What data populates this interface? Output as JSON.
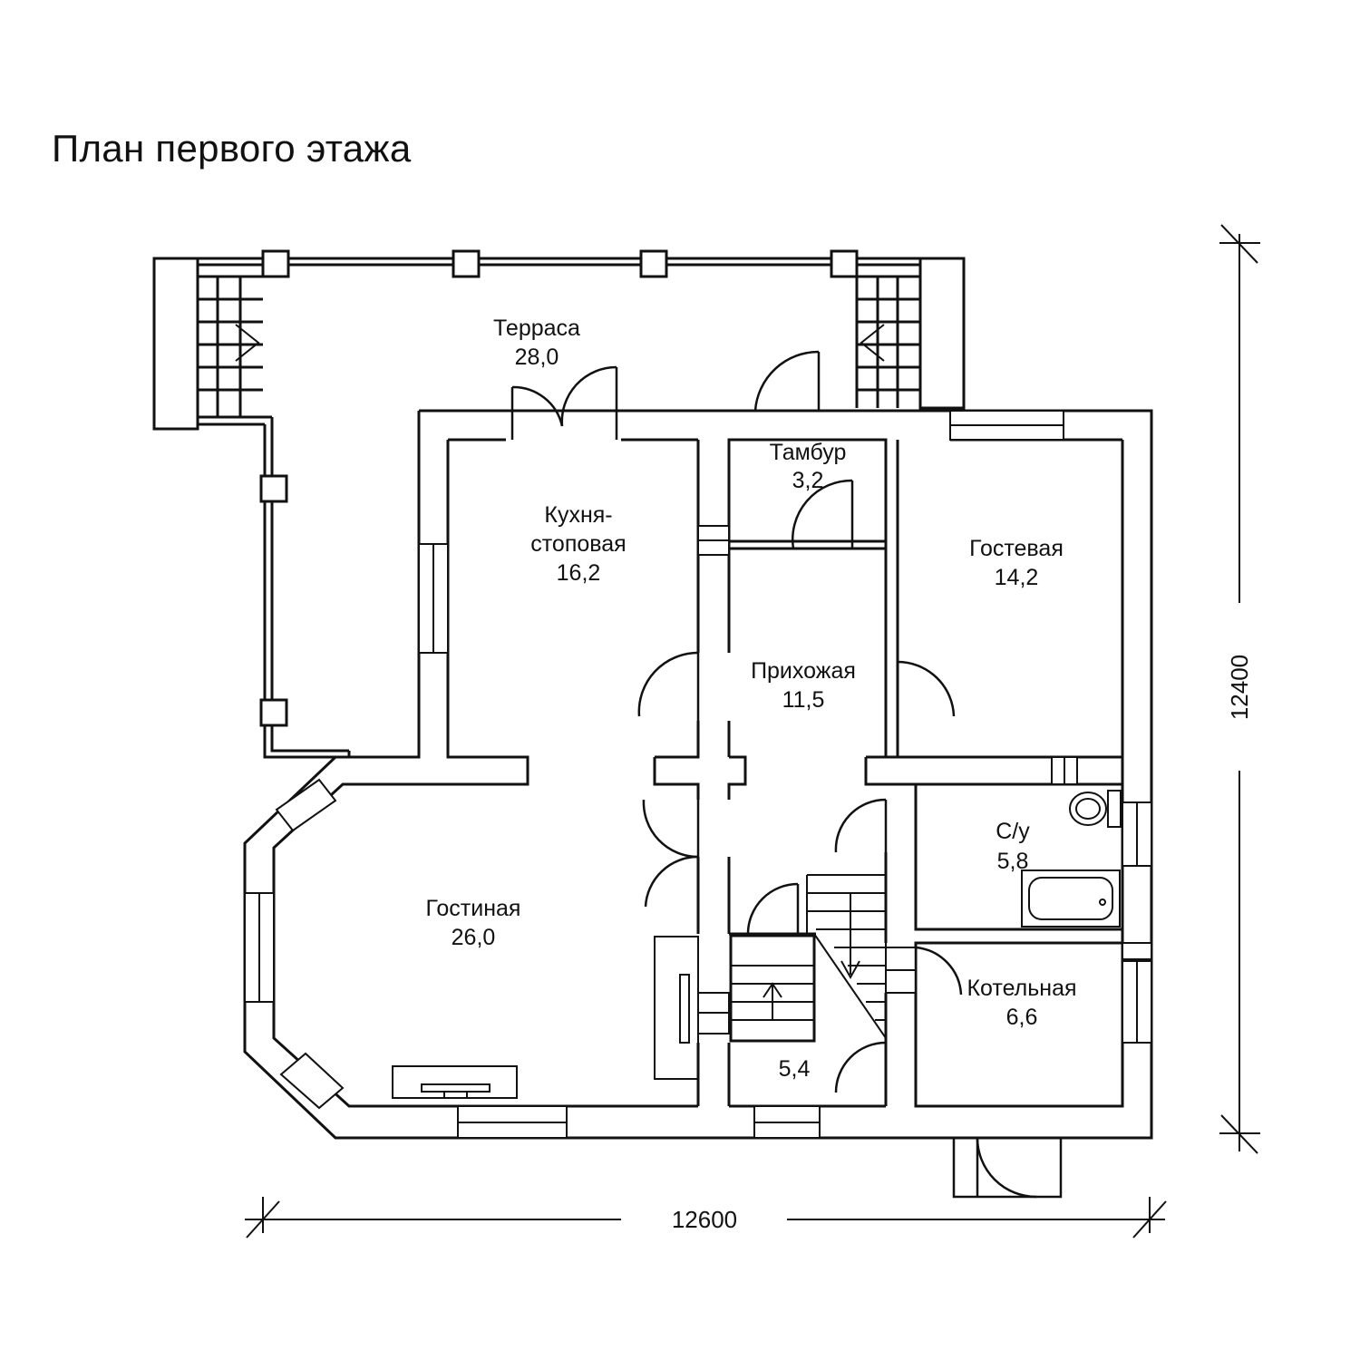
{
  "title": "План первого этажа",
  "rooms": {
    "terrace": {
      "name": "Терраса",
      "area": "28,0"
    },
    "vestibule": {
      "name": "Тамбур",
      "area": "3,2"
    },
    "kitchen": {
      "name_line1": "Кухня-",
      "name_line2": "стоповая",
      "area": "16,2"
    },
    "guest": {
      "name": "Гостевая",
      "area": "14,2"
    },
    "hall": {
      "name": "Прихожая",
      "area": "11,5"
    },
    "bathroom": {
      "name": "С/у",
      "area": "5,8"
    },
    "living": {
      "name": "Гостиная",
      "area": "26,0"
    },
    "boiler": {
      "name": "Котельная",
      "area": "6,6"
    },
    "stair": {
      "area": "5,4"
    }
  },
  "dimensions": {
    "width": "12600",
    "height": "12400"
  }
}
